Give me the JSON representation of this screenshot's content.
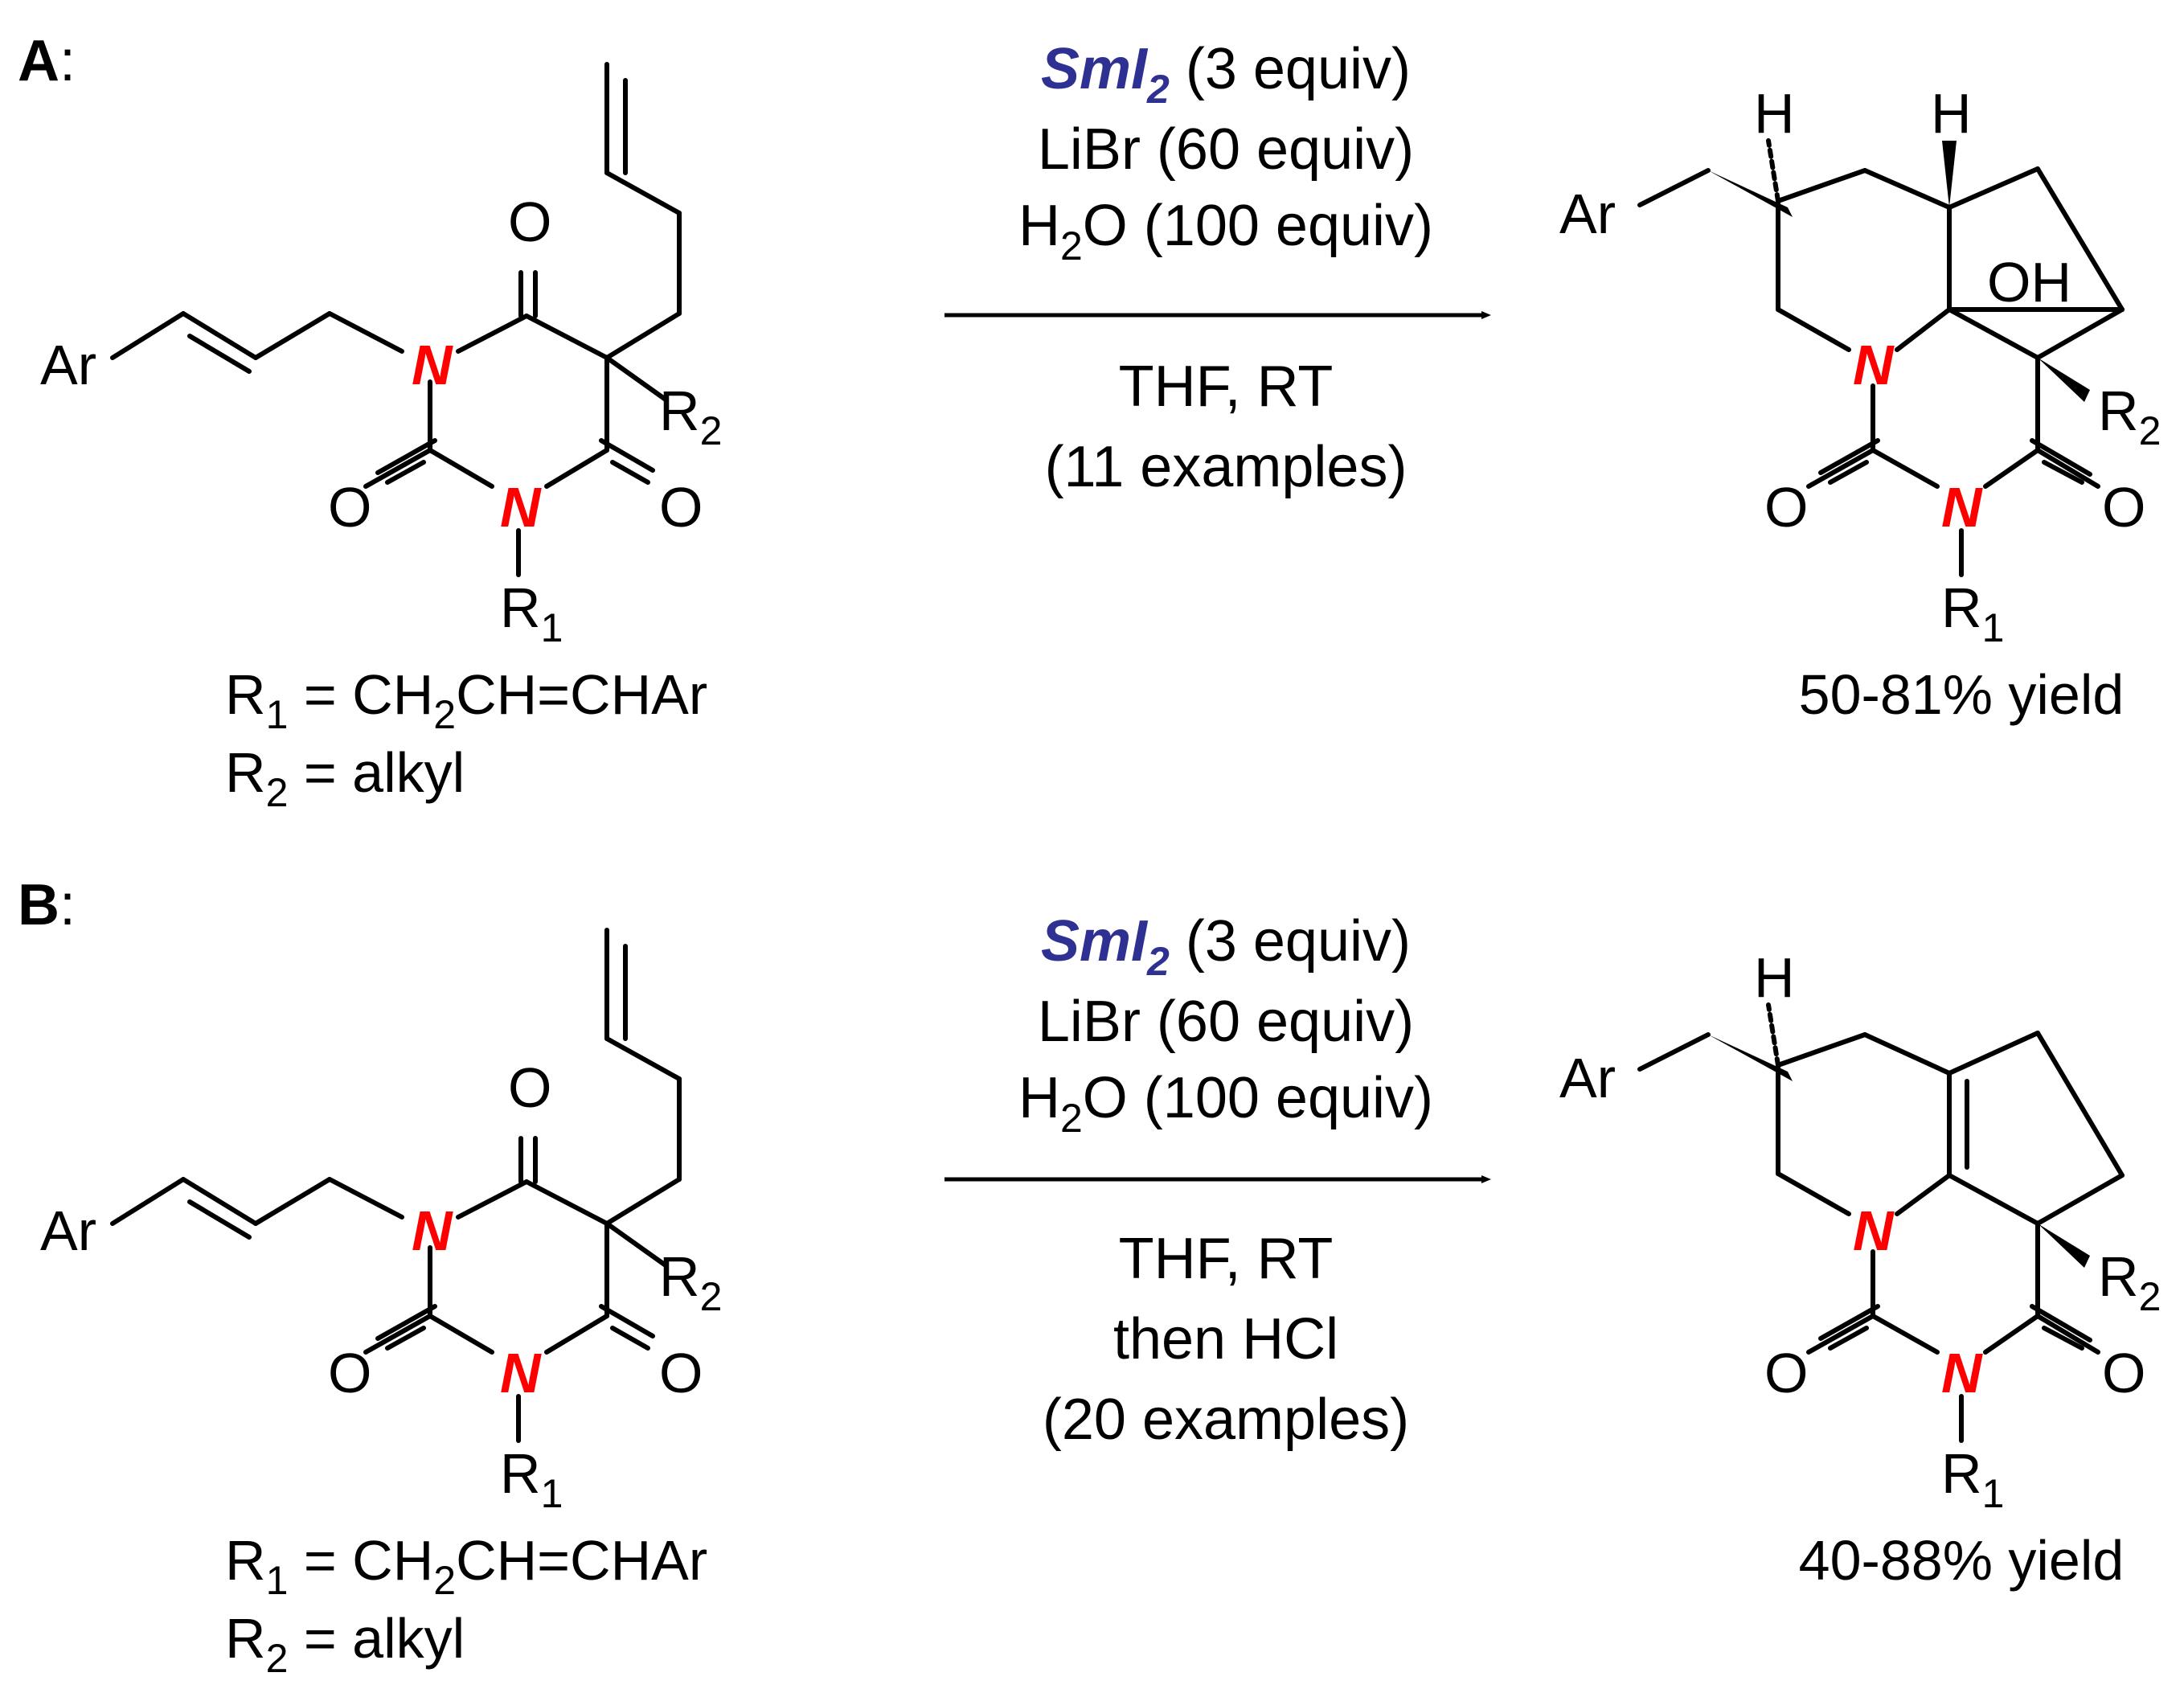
{
  "colors": {
    "nitrogen": "#ff0000",
    "reagent": "#2e3192",
    "ink": "#000000"
  },
  "atoms": {
    "n": "N",
    "o": "O",
    "h": "H",
    "oh": "OH",
    "ar": "Ar",
    "r": "R",
    "one": "1",
    "two": "2"
  },
  "panels": [
    {
      "label": "A",
      "colon": ":",
      "reagent": {
        "main": "SmI",
        "sub": "2",
        "equiv": " (3 equiv)"
      },
      "libr": "LiBr (60 equiv)",
      "water": {
        "h": "H",
        "sub": "2",
        "rest": "O (100 equiv)"
      },
      "solvent": "THF, RT",
      "extra": "",
      "examples": "(11 examples)",
      "r1_def": {
        "a": "R",
        "s1": "1",
        "b": " = CH",
        "s2": "2",
        "c": "CH=CHAr"
      },
      "r2_def": {
        "a": "R",
        "s1": "2",
        "b": " = alkyl"
      },
      "yield": "50-81% yield"
    },
    {
      "label": "B",
      "colon": ":",
      "reagent": {
        "main": "SmI",
        "sub": "2",
        "equiv": " (3 equiv)"
      },
      "libr": "LiBr (60 equiv)",
      "water": {
        "h": "H",
        "sub": "2",
        "rest": "O (100 equiv)"
      },
      "solvent": "THF, RT",
      "extra": "then HCl",
      "examples": "(20 examples)",
      "r1_def": {
        "a": "R",
        "s1": "1",
        "b": " = CH",
        "s2": "2",
        "c": "CH=CHAr"
      },
      "r2_def": {
        "a": "R",
        "s1": "2",
        "b": " = alkyl"
      },
      "yield": "40-88% yield"
    }
  ]
}
